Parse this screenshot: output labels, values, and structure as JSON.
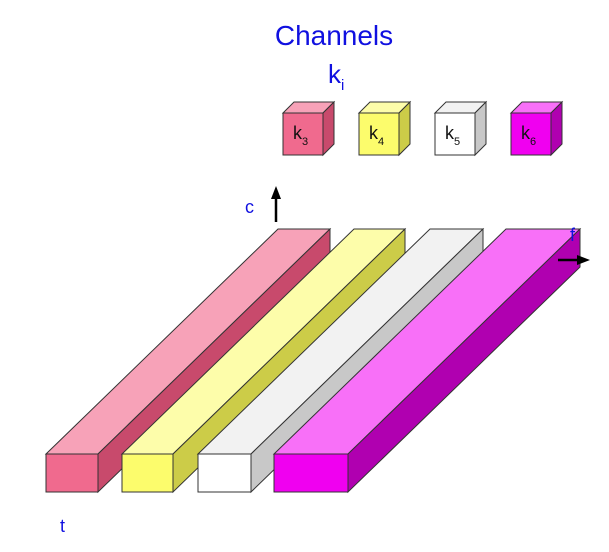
{
  "title": "Channels",
  "subtitle": {
    "base": "k",
    "sub": "i"
  },
  "axes": {
    "c": "c",
    "f": "f",
    "t": "t"
  },
  "colors": {
    "text": "#1010e0",
    "outline": "#333333"
  },
  "cubes": [
    {
      "base": "k",
      "sub": "3",
      "front": "#f06a8e",
      "top": "#f7a2b8",
      "side": "#c84a6c"
    },
    {
      "base": "k",
      "sub": "4",
      "front": "#fcfc6c",
      "top": "#fdfdaa",
      "side": "#cccc48"
    },
    {
      "base": "k",
      "sub": "5",
      "front": "#ffffff",
      "top": "#f2f2f2",
      "side": "#c8c8c8"
    },
    {
      "base": "k",
      "sub": "6",
      "front": "#f000f0",
      "top": "#f870f8",
      "side": "#b000b0"
    }
  ],
  "bars": [
    {
      "front": "#f06a8e",
      "top": "#f7a2b8",
      "side": "#c84a6c"
    },
    {
      "front": "#fcfc6c",
      "top": "#fdfdaa",
      "side": "#cccc48"
    },
    {
      "front": "#ffffff",
      "top": "#f2f2f2",
      "side": "#c8c8c8"
    },
    {
      "front": "#f000f0",
      "top": "#f870f8",
      "side": "#b000b0"
    }
  ]
}
